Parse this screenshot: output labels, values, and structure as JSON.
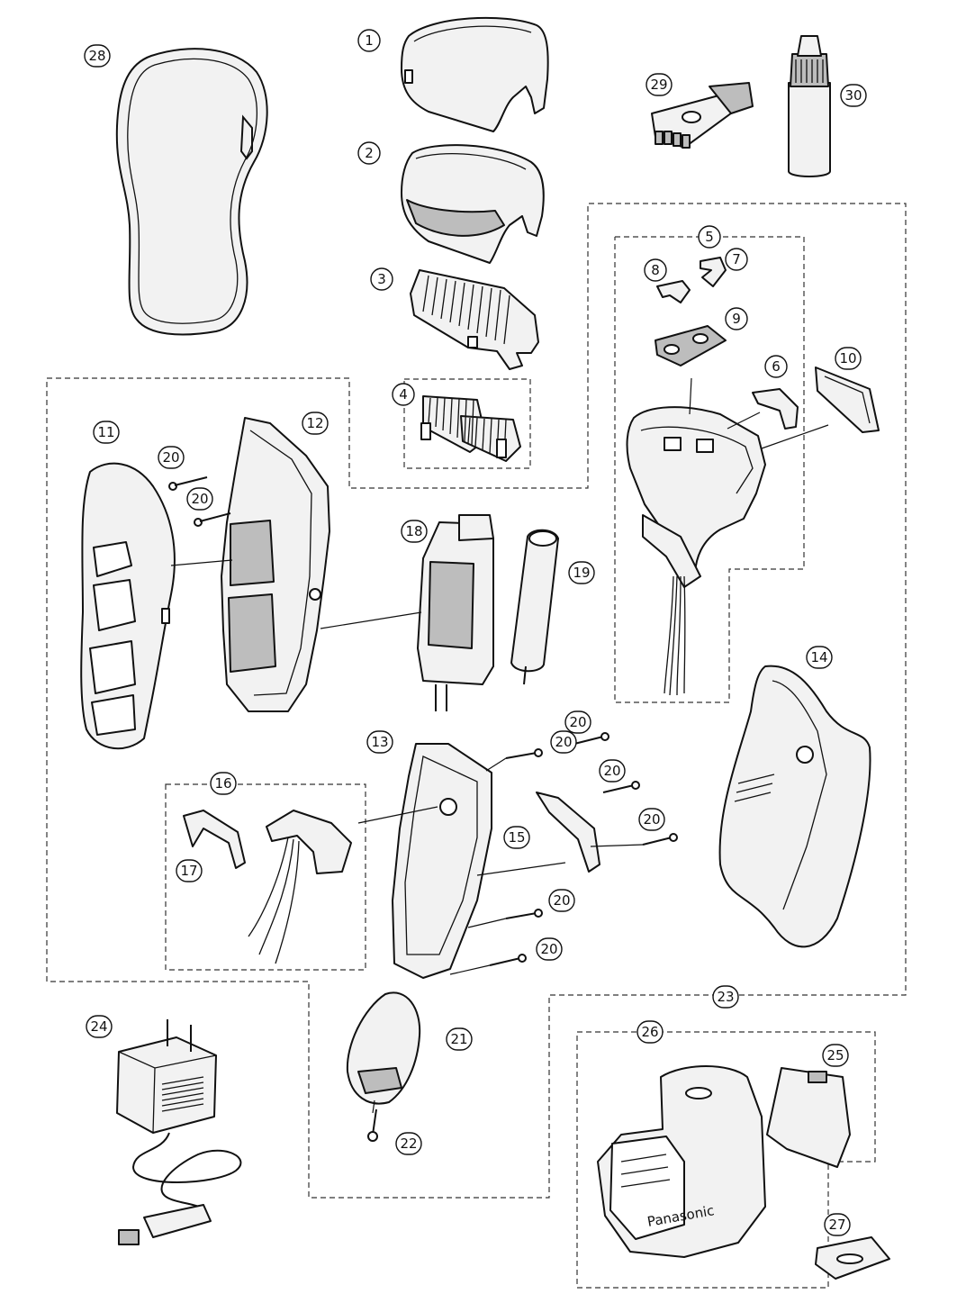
{
  "callouts": [
    {
      "id": "1",
      "label": "1"
    },
    {
      "id": "2",
      "label": "2"
    },
    {
      "id": "3",
      "label": "3"
    },
    {
      "id": "4",
      "label": "4"
    },
    {
      "id": "5",
      "label": "5"
    },
    {
      "id": "6",
      "label": "6"
    },
    {
      "id": "7",
      "label": "7"
    },
    {
      "id": "8",
      "label": "8"
    },
    {
      "id": "9",
      "label": "9"
    },
    {
      "id": "10",
      "label": "10"
    },
    {
      "id": "11",
      "label": "11"
    },
    {
      "id": "12",
      "label": "12"
    },
    {
      "id": "13",
      "label": "13"
    },
    {
      "id": "14",
      "label": "14"
    },
    {
      "id": "15",
      "label": "15"
    },
    {
      "id": "16",
      "label": "16"
    },
    {
      "id": "17",
      "label": "17"
    },
    {
      "id": "18",
      "label": "18"
    },
    {
      "id": "19",
      "label": "19"
    },
    {
      "id": "20a",
      "label": "20"
    },
    {
      "id": "20b",
      "label": "20"
    },
    {
      "id": "20c",
      "label": "20"
    },
    {
      "id": "20d",
      "label": "20"
    },
    {
      "id": "20e",
      "label": "20"
    },
    {
      "id": "20f",
      "label": "20"
    },
    {
      "id": "20g",
      "label": "20"
    },
    {
      "id": "20h",
      "label": "20"
    },
    {
      "id": "21",
      "label": "21"
    },
    {
      "id": "22",
      "label": "22"
    },
    {
      "id": "23",
      "label": "23"
    },
    {
      "id": "24",
      "label": "24"
    },
    {
      "id": "25",
      "label": "25"
    },
    {
      "id": "26",
      "label": "26"
    },
    {
      "id": "27",
      "label": "27"
    },
    {
      "id": "28",
      "label": "28"
    },
    {
      "id": "29",
      "label": "29"
    },
    {
      "id": "30",
      "label": "30"
    }
  ],
  "brand_text": "Panasonic"
}
